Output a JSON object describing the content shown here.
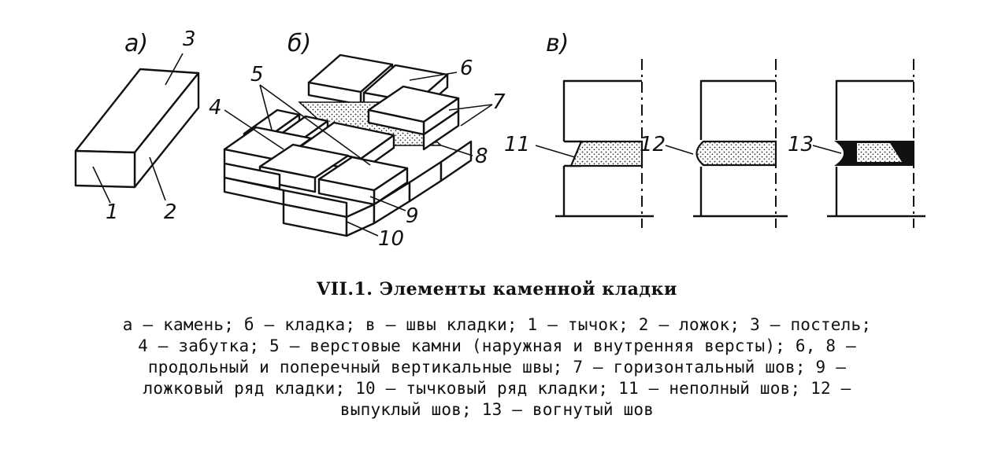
{
  "panels": {
    "a": "а)",
    "b": "б)",
    "v": "в)"
  },
  "numbers": {
    "n1": "1",
    "n2": "2",
    "n3": "3",
    "n4": "4",
    "n5": "5",
    "n6": "6",
    "n7": "7",
    "n8": "8",
    "n9": "9",
    "n10": "10",
    "n11": "11",
    "n12": "12",
    "n13": "13"
  },
  "caption": {
    "title": "VII.1. Элементы каменной кладки",
    "lines": [
      "а — камень; б — кладка; в — швы кладки; 1 — тычок; 2 — ложок; 3 — постель;",
      "4 — забутка; 5 — верстовые камни (наружная и внутренняя версты); 6, 8 —",
      "продольный и поперечный вертикальные швы; 7 — горизонтальный шов; 9 —",
      "ложковый ряд кладки; 10 — тычковый ряд кладки; 11 — неполный шов; 12 —",
      "выпуклый шов; 13 — вогнутый шов"
    ]
  }
}
